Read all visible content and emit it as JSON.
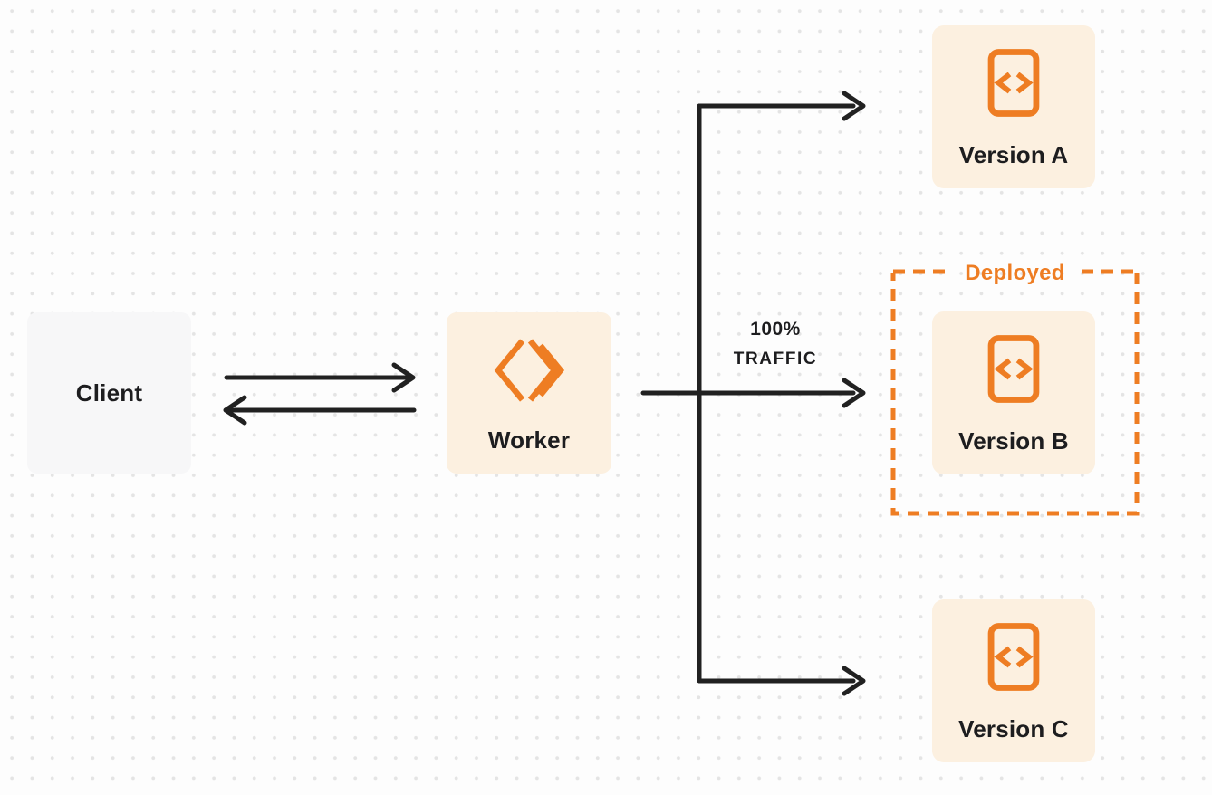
{
  "client": {
    "label": "Client"
  },
  "worker": {
    "label": "Worker",
    "icon": "workers-logo-icon"
  },
  "traffic": {
    "line1": "100%",
    "line2": "TRAFFIC"
  },
  "deployed": {
    "label": "Deployed"
  },
  "versions": [
    {
      "label": "Version A",
      "icon": "code-file-icon",
      "deployed": false
    },
    {
      "label": "Version B",
      "icon": "code-file-icon",
      "deployed": true
    },
    {
      "label": "Version C",
      "icon": "code-file-icon",
      "deployed": false
    }
  ],
  "colors": {
    "accent": "#ee7d23",
    "card-bg": "#fcf0e0",
    "client-bg": "#f7f7f8",
    "line": "#212121",
    "text": "#1d1d1f",
    "bg": "#fdfdfd",
    "dot": "#e4e4e4"
  }
}
